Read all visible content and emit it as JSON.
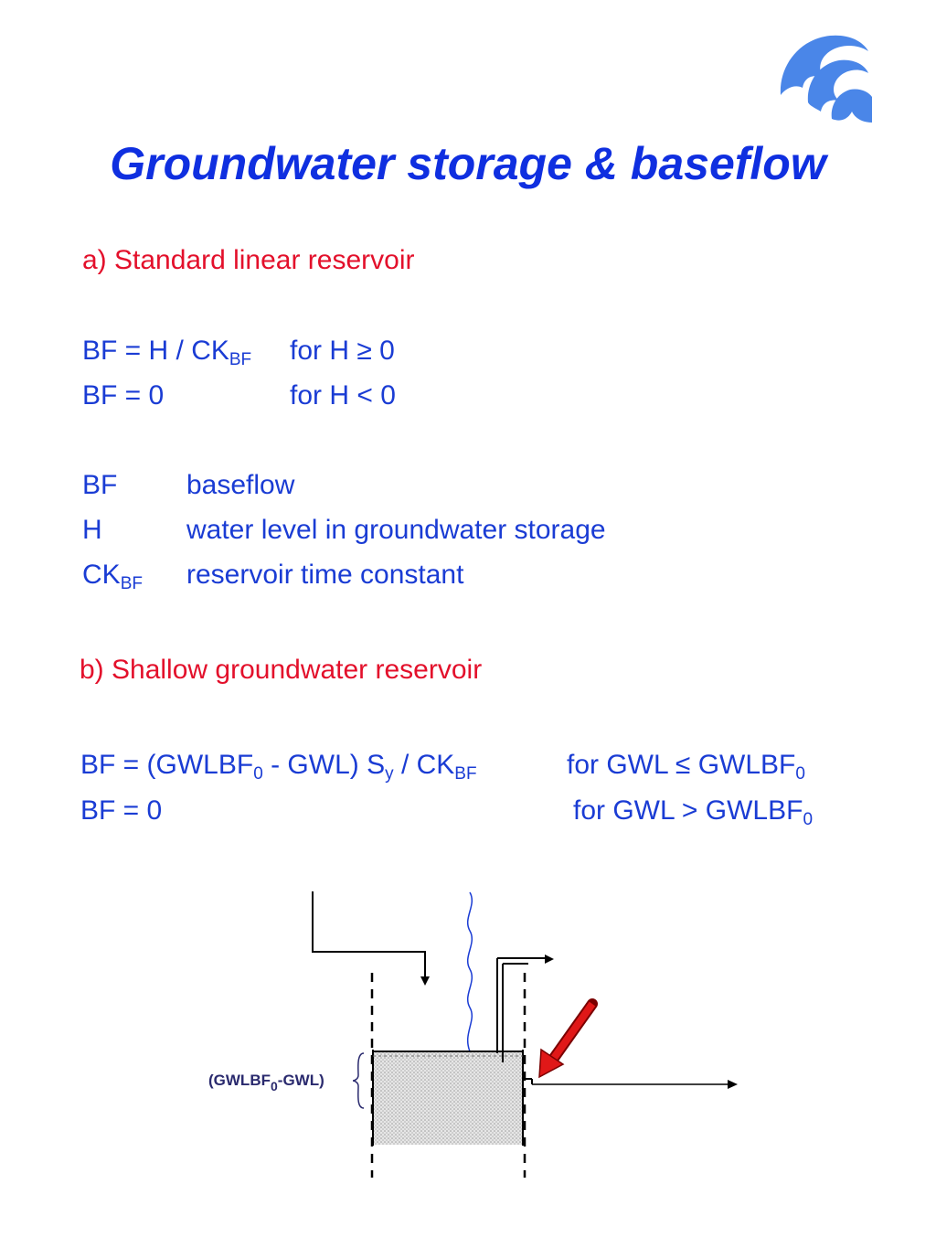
{
  "title": "Groundwater storage & baseflow",
  "section_a": {
    "heading": "a) Standard linear reservoir",
    "eq1": {
      "lhs_pre": "BF = H / CK",
      "lhs_sub": "BF",
      "cond": "for H ≥ 0"
    },
    "eq2": {
      "lhs": "BF = 0",
      "cond": "for H < 0"
    },
    "definitions": [
      {
        "sym": "BF",
        "sym_sub": "",
        "desc": "baseflow"
      },
      {
        "sym": "H",
        "sym_sub": "",
        "desc": "water level in groundwater storage"
      },
      {
        "sym": "CK",
        "sym_sub": "BF",
        "desc": "reservoir time constant"
      }
    ]
  },
  "section_b": {
    "heading": "b) Shallow groundwater reservoir",
    "eq1": {
      "p1": "BF = (GWLBF",
      "s1": "0",
      "p2": " - GWL) S",
      "s2": "y",
      "p3": " / CK",
      "s3": "BF",
      "cond_pre": "for GWL ≤ GWLBF",
      "cond_sub": "0"
    },
    "eq2": {
      "lhs": "BF = 0",
      "cond_pre": "for GWL > GWLBF",
      "cond_sub": "0"
    }
  },
  "diagram": {
    "label_pre": "(GWLBF",
    "label_sub": "0",
    "label_post": "-GWL)"
  },
  "colors": {
    "title": "#0f2fe0",
    "heading": "#e3102b",
    "body": "#1a3cd4",
    "arrow": "#e01818",
    "logo": "#4a86e8"
  },
  "icons": {
    "logo": "wave-logo-icon"
  }
}
